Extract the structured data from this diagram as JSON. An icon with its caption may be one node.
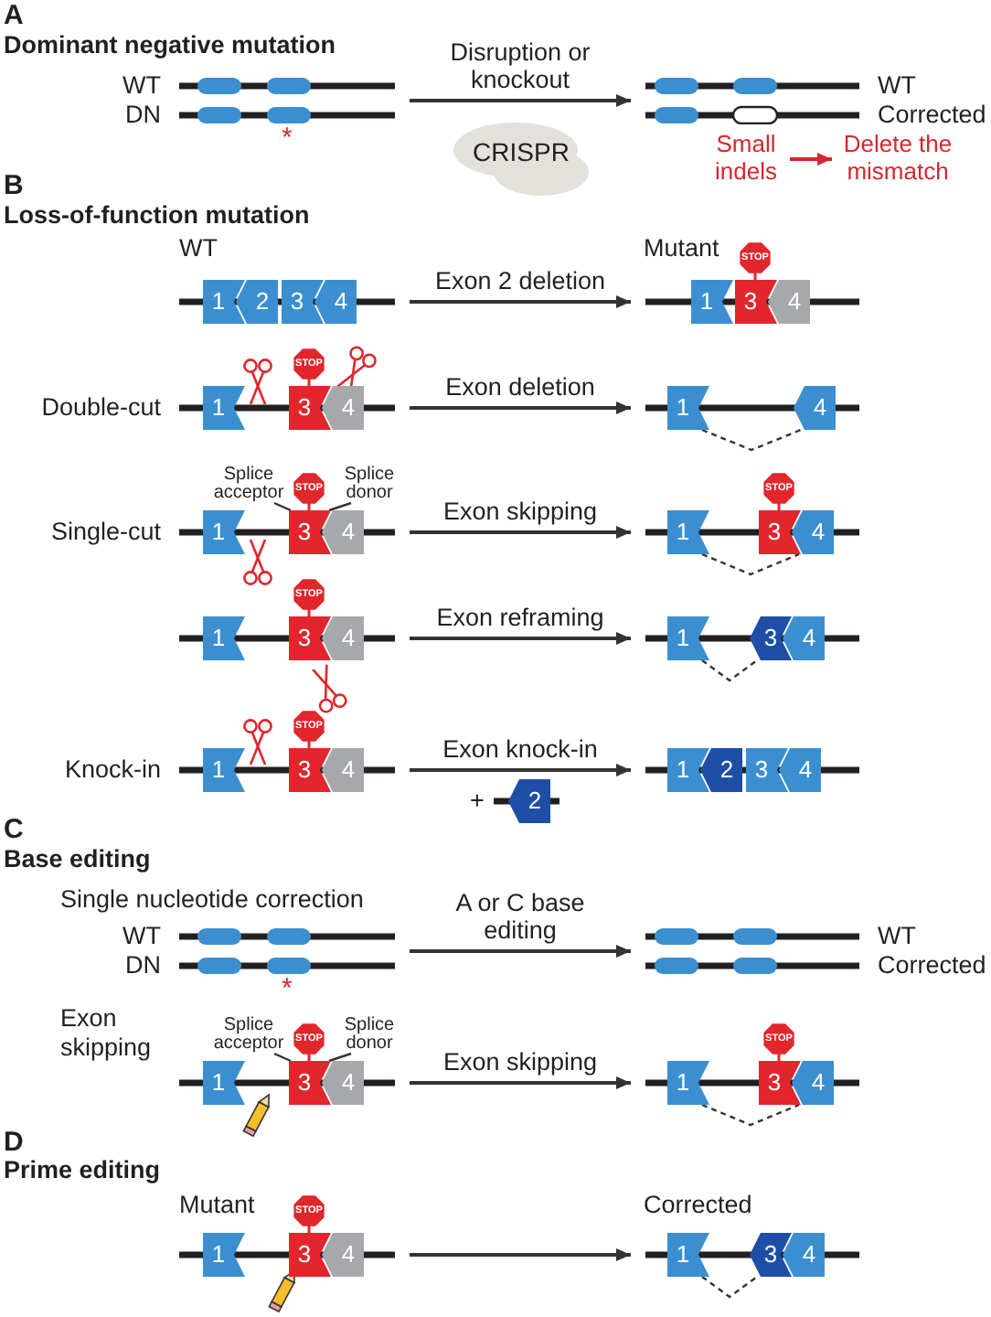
{
  "diagram": {
    "nodes": [
      {
        "text": [],
        "shape": "bar",
        "beside": [
          "WT",
          "DN",
          "*"
        ]
      },
      {
        "text": [
          "CRISPR"
        ]
      },
      {
        "text": [],
        "shape": "bar",
        "beside": [
          "WT",
          "Corrected"
        ]
      },
      {
        "text": [
          "Small indels"
        ]
      },
      {
        "text": [
          "Delete the mismatch"
        ]
      },
      {
        "text": [],
        "shape": "bar"
      },
      {
        "text": [
          "1"
        ],
        "in": 5
      },
      {
        "text": [
          "2"
        ],
        "in": 5
      },
      {
        "text": [
          "3"
        ],
        "in": 5
      },
      {
        "text": [
          "4"
        ],
        "in": 5
      },
      {
        "text": [],
        "shape": "bar"
      },
      {
        "text": [
          "1"
        ],
        "in": 10
      },
      {
        "text": [
          "3"
        ],
        "in": 10
      },
      {
        "text": [
          "STOP"
        ],
        "in": 10
      },
      {
        "text": [
          "4"
        ],
        "in": 10
      },
      {
        "text": [],
        "shape": "bar"
      },
      {
        "text": [
          "1"
        ],
        "in": 15
      },
      {
        "text": [
          "3"
        ],
        "in": 15
      },
      {
        "text": [
          "STOP"
        ],
        "in": 15
      },
      {
        "text": [
          "4"
        ],
        "in": 15
      },
      {
        "text": [],
        "shape": "bar"
      },
      {
        "text": [
          "1"
        ],
        "in": 20
      },
      {
        "text": [
          "4"
        ],
        "in": 20
      },
      {
        "text": [
          "Splice acceptor"
        ]
      },
      {
        "text": [
          "Splice donor"
        ]
      },
      {
        "text": [],
        "shape": "bar"
      },
      {
        "text": [
          "1"
        ],
        "in": 25
      },
      {
        "text": [
          "3"
        ],
        "in": 25
      },
      {
        "text": [
          "STOP"
        ],
        "in": 25
      },
      {
        "text": [
          "4"
        ],
        "in": 25
      },
      {
        "text": [],
        "shape": "bar"
      },
      {
        "text": [
          "1"
        ],
        "in": 30
      },
      {
        "text": [
          "3"
        ],
        "in": 30
      },
      {
        "text": [
          "STOP"
        ],
        "in": 30
      },
      {
        "text": [
          "4"
        ],
        "in": 30
      },
      {
        "text": [],
        "shape": "bar"
      },
      {
        "text": [
          "1"
        ],
        "in": 35
      },
      {
        "text": [
          "3"
        ],
        "in": 35
      },
      {
        "text": [
          "STOP"
        ],
        "in": 35
      },
      {
        "text": [
          "4"
        ],
        "in": 35
      },
      {
        "text": [],
        "shape": "bar"
      },
      {
        "text": [
          "1"
        ],
        "in": 40
      },
      {
        "text": [
          "3"
        ],
        "in": 40
      },
      {
        "text": [
          "4"
        ],
        "in": 40
      },
      {
        "text": [],
        "shape": "bar"
      },
      {
        "text": [
          "1"
        ],
        "in": 44
      },
      {
        "text": [
          "3"
        ],
        "in": 44
      },
      {
        "text": [
          "STOP"
        ],
        "in": 44
      },
      {
        "text": [
          "4"
        ],
        "in": 44
      },
      {
        "text": [],
        "shape": "bar"
      },
      {
        "text": [
          "1"
        ],
        "in": 49
      },
      {
        "text": [
          "2"
        ],
        "in": 49
      },
      {
        "text": [
          "3"
        ],
        "in": 49
      },
      {
        "text": [
          "4"
        ],
        "in": 49
      },
      {
        "text": [],
        "shape": "bar"
      },
      {
        "text": [
          "2"
        ],
        "in": 54
      },
      {
        "text": [],
        "shape": "bar",
        "beside": [
          "WT",
          "DN",
          "*"
        ]
      },
      {
        "text": [],
        "shape": "bar",
        "beside": [
          "WT",
          "Corrected"
        ]
      },
      {
        "text": [
          "Splice acceptor"
        ]
      },
      {
        "text": [
          "Splice donor"
        ]
      },
      {
        "text": [],
        "shape": "bar"
      },
      {
        "text": [
          "1"
        ],
        "in": 60
      },
      {
        "text": [
          "3"
        ],
        "in": 60
      },
      {
        "text": [
          "STOP"
        ],
        "in": 60
      },
      {
        "text": [
          "4"
        ],
        "in": 60
      },
      {
        "text": [],
        "shape": "bar"
      },
      {
        "text": [
          "1"
        ],
        "in": 65
      },
      {
        "text": [
          "3"
        ],
        "in": 65
      },
      {
        "text": [
          "STOP"
        ],
        "in": 65
      },
      {
        "text": [
          "4"
        ],
        "in": 65
      },
      {
        "text": [],
        "shape": "bar"
      },
      {
        "text": [
          "1"
        ],
        "in": 70
      },
      {
        "text": [
          "3"
        ],
        "in": 70
      },
      {
        "text": [
          "STOP"
        ],
        "in": 70
      },
      {
        "text": [
          "4"
        ],
        "in": 70
      },
      {
        "text": [],
        "shape": "bar"
      },
      {
        "text": [
          "1"
        ],
        "in": 75
      },
      {
        "text": [
          "3"
        ],
        "in": 75
      },
      {
        "text": [
          "4"
        ],
        "in": 75
      }
    ],
    "edges": [
      {
        "from": 0,
        "to": 2,
        "arrow": "to",
        "label": "Disruption or knockout"
      },
      {
        "from": 3,
        "to": 4,
        "arrow": "to",
        "color": "#d7262e"
      },
      {
        "from": 5,
        "to": 10,
        "arrow": "to",
        "label": "Exon 2 deletion"
      },
      {
        "from": 15,
        "to": 20,
        "arrow": "to",
        "label": "Exon deletion"
      },
      {
        "from": 21,
        "to": 22,
        "arrow": "none",
        "style": "dashed"
      },
      {
        "from": 23,
        "to": 27,
        "arrow": "none"
      },
      {
        "from": 24,
        "to": 27,
        "arrow": "none"
      },
      {
        "from": 25,
        "to": 30,
        "arrow": "to",
        "label": "Exon skipping"
      },
      {
        "from": 31,
        "to": 34,
        "arrow": "none",
        "style": "dashed"
      },
      {
        "from": 35,
        "to": 40,
        "arrow": "to",
        "label": "Exon reframing"
      },
      {
        "from": 41,
        "to": 42,
        "arrow": "none",
        "style": "dashed"
      },
      {
        "from": 44,
        "to": 49,
        "arrow": "to",
        "label": "Exon knock-in"
      },
      {
        "from": 56,
        "to": 57,
        "arrow": "to",
        "label": "A or C base editing"
      },
      {
        "from": 58,
        "to": 62,
        "arrow": "none"
      },
      {
        "from": 59,
        "to": 62,
        "arrow": "none"
      },
      {
        "from": 60,
        "to": 65,
        "arrow": "to",
        "label": "Exon skipping"
      },
      {
        "from": 66,
        "to": 69,
        "arrow": "none",
        "style": "dashed"
      },
      {
        "from": 70,
        "to": 75,
        "arrow": "to"
      },
      {
        "from": 76,
        "to": 77,
        "arrow": "none",
        "style": "dashed"
      }
    ],
    "labels": [
      "A",
      "Dominant negative mutation",
      "B",
      "Loss-of-function mutation",
      "WT",
      "Mutant",
      "Double-cut",
      "Single-cut",
      "Knock-in",
      "+",
      "C",
      "Base editing",
      "Single nucleotide correction",
      "Exon skipping",
      "D",
      "Prime editing",
      "Mutant",
      "Corrected"
    ]
  }
}
